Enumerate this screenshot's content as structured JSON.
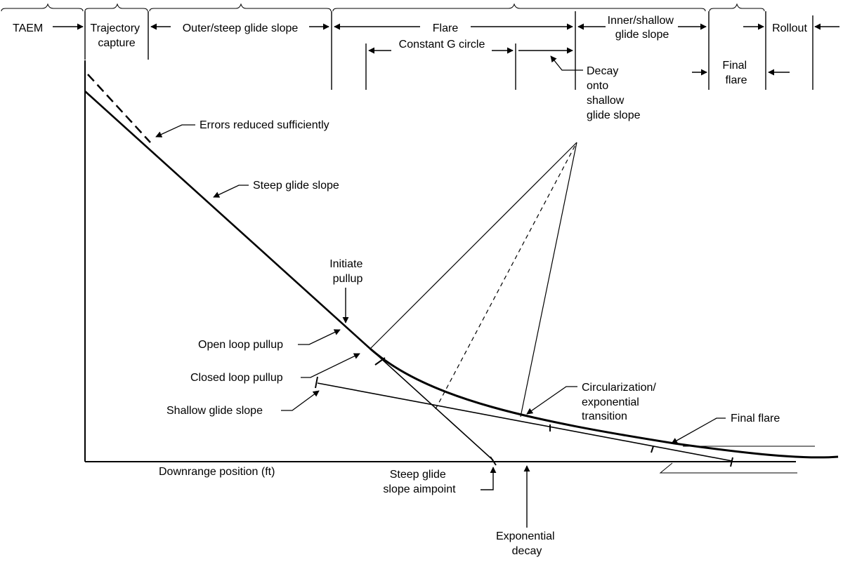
{
  "phases": {
    "taem": "TAEM",
    "trajectory_capture": [
      "Trajectory",
      "capture"
    ],
    "outer_steep_glide_slope": "Outer/steep glide slope",
    "flare": "Flare",
    "inner_shallow_glide_slope": [
      "Inner/shallow",
      "glide slope"
    ],
    "rollout": "Rollout",
    "constant_g_circle": "Constant G circle",
    "decay_onto_shallow": [
      "Decay",
      "onto",
      "shallow",
      "glide slope"
    ],
    "final_flare": [
      "Final",
      "flare"
    ]
  },
  "annotations": {
    "errors_reduced": "Errors reduced sufficiently",
    "steep_glide_slope": "Steep glide slope",
    "initiate_pullup": [
      "Initiate",
      "pullup"
    ],
    "open_loop_pullup": "Open loop pullup",
    "closed_loop_pullup": "Closed loop pullup",
    "shallow_glide_slope": "Shallow glide slope",
    "circularization": [
      "Circularization/",
      "exponential",
      "transition"
    ],
    "final_flare": "Final flare",
    "steep_aimpoint": [
      "Steep glide",
      "slope aimpoint"
    ],
    "exponential_decay": [
      "Exponential",
      "decay"
    ]
  },
  "axes": {
    "x_label": "Downrange position (ft)"
  },
  "colors": {
    "ink": "#000000",
    "background": "#ffffff"
  }
}
